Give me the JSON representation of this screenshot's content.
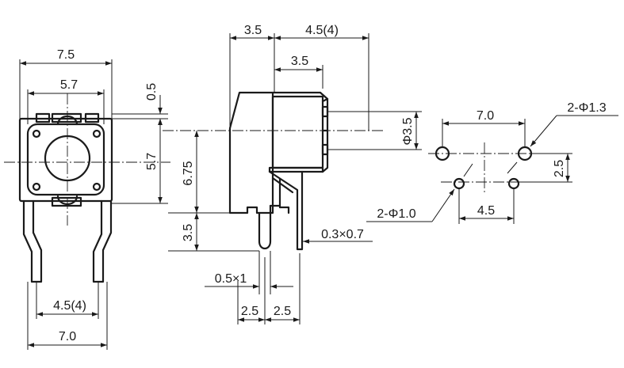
{
  "front_view": {
    "dims": {
      "overall_width": "7.5",
      "inner_width": "5.7",
      "top_offset": "0.5",
      "body_height": "5.7",
      "lead_pitch": "4.5(4)",
      "lead_span": "7.0"
    }
  },
  "side_view": {
    "dims": {
      "top_a": "3.5",
      "top_b": "4.5(4)",
      "inner_top": "3.5",
      "height": "6.75",
      "lead_length": "3.5",
      "stem_dia": "Φ3.5",
      "pin_section": "0.3×0.7",
      "lead_section": "0.5×1",
      "pitch_a": "2.5",
      "pitch_b": "2.5"
    }
  },
  "pcb_layout": {
    "dims": {
      "large_holes": "2-Φ1.3",
      "small_holes": "2-Φ1.0",
      "large_span": "7.0",
      "small_span": "4.5",
      "vertical_offset": "2.5"
    }
  }
}
